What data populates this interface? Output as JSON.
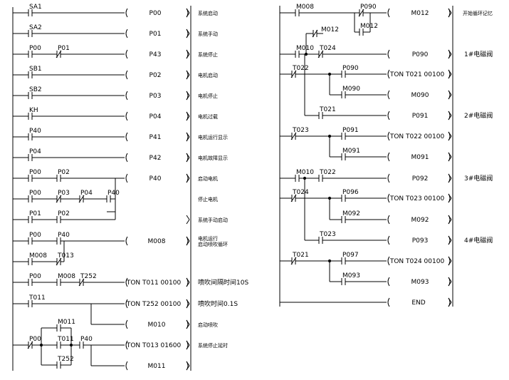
{
  "left": {
    "rungs": [
      {
        "contacts": [
          "SA1"
        ],
        "coil": "P00",
        "comment": "系统启动"
      },
      {
        "contacts": [
          "SA2"
        ],
        "coil": "P01",
        "comment": "系统手动"
      },
      {
        "contacts": [
          "P00",
          "P01"
        ],
        "coil": "P43",
        "comment": "系统停止"
      },
      {
        "contacts": [
          "SB1"
        ],
        "coil": "P02",
        "comment": "电机启动"
      },
      {
        "contacts": [
          "SB2"
        ],
        "coil": "P03",
        "comment": "电机停止"
      },
      {
        "contacts": [
          "KH"
        ],
        "coil": "P04",
        "comment": "电机过载"
      },
      {
        "contacts": [
          "P40"
        ],
        "coil": "P41",
        "comment": "电机运行显示"
      },
      {
        "contacts": [
          "P04"
        ],
        "coil": "P42",
        "comment": "电机故障显示"
      },
      {
        "contacts": [
          "P00",
          "P02"
        ],
        "coil": "P40",
        "comment": "启动电机"
      },
      {
        "contacts": [
          "P00",
          "P03",
          "P04",
          "P40"
        ],
        "coil": "",
        "comment": "停止电机"
      },
      {
        "contacts": [
          "P01",
          "P02"
        ],
        "coil": "",
        "comment": "系统手动启动"
      },
      {
        "contacts": [
          "P00",
          "P40"
        ],
        "coil": "M008",
        "comment": "电机运行",
        "comment2": "启动喷吹循环"
      },
      {
        "contacts": [
          "M008",
          "T013"
        ],
        "coil": "",
        "comment": ""
      },
      {
        "contacts": [
          "P00",
          "M008",
          "T252"
        ],
        "coil": "TON T011 00100",
        "comment": "喷吹间隔时间10S"
      },
      {
        "contacts": [
          "T011"
        ],
        "coil": "TON T252 00100",
        "comment": "喷吹时间0.1S"
      },
      {
        "contacts": [],
        "coil": "M010",
        "comment": "启动喷吹"
      },
      {
        "contacts": [
          "P00",
          "T011",
          "P40",
          "M011",
          "T252"
        ],
        "coil": "TON T013 01600",
        "comment": "系统停止延时"
      },
      {
        "contacts": [],
        "coil": "M011",
        "comment": ""
      }
    ]
  },
  "right": {
    "rungs": [
      {
        "contacts": [
          "M008",
          "P090",
          "M012"
        ],
        "coil": "M012",
        "comment": "开始循环记忆"
      },
      {
        "contacts": [
          "M012"
        ],
        "coil": "",
        "comment": ""
      },
      {
        "contacts": [
          "M010",
          "T024"
        ],
        "coil": "P090",
        "comment": "1#电磁阀"
      },
      {
        "contacts": [
          "T022",
          "P090"
        ],
        "coil": "TON T021 00100",
        "comment": ""
      },
      {
        "contacts": [
          "M090"
        ],
        "coil": "M090",
        "comment": ""
      },
      {
        "contacts": [
          "T021"
        ],
        "coil": "P091",
        "comment": "2#电磁阀"
      },
      {
        "contacts": [
          "T023",
          "P091"
        ],
        "coil": "TON T022 00100",
        "comment": ""
      },
      {
        "contacts": [
          "M091"
        ],
        "coil": "M091",
        "comment": ""
      },
      {
        "contacts": [
          "M010",
          "T022"
        ],
        "coil": "P092",
        "comment": "3#电磁阀"
      },
      {
        "contacts": [
          "T024",
          "P096"
        ],
        "coil": "TON T023 00100",
        "comment": ""
      },
      {
        "contacts": [
          "M092"
        ],
        "coil": "M092",
        "comment": ""
      },
      {
        "contacts": [
          "T023"
        ],
        "coil": "P093",
        "comment": "4#电磁阀"
      },
      {
        "contacts": [
          "T021",
          "P097"
        ],
        "coil": "TON T024 00100",
        "comment": ""
      },
      {
        "contacts": [
          "M093"
        ],
        "coil": "M093",
        "comment": ""
      },
      {
        "contacts": [],
        "coil": "END",
        "comment": ""
      }
    ]
  }
}
